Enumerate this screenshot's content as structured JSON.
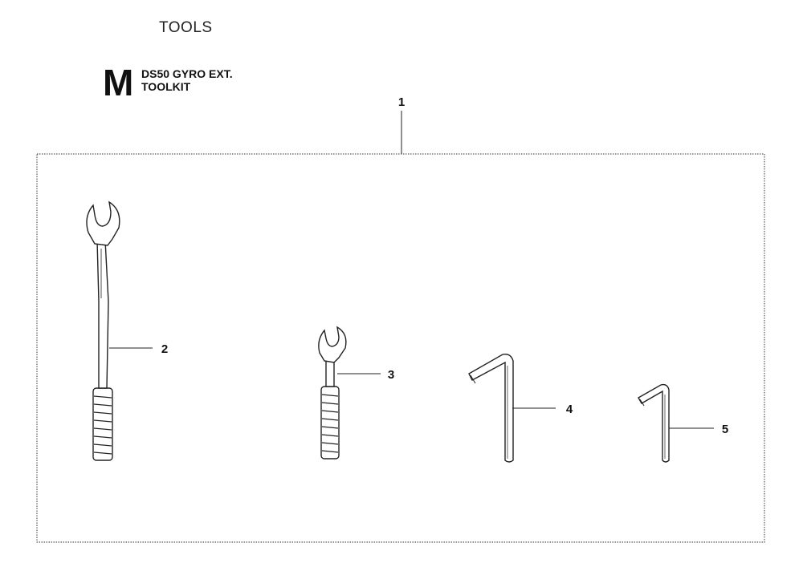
{
  "page": {
    "title": "TOOLS"
  },
  "section": {
    "letter": "M",
    "name_line1": "DS50 GYRO EXT.",
    "name_line2": "TOOLKIT"
  },
  "callouts": {
    "kit": "1",
    "long_wrench": "2",
    "short_wrench": "3",
    "large_hex_key": "4",
    "small_hex_key": "5"
  }
}
